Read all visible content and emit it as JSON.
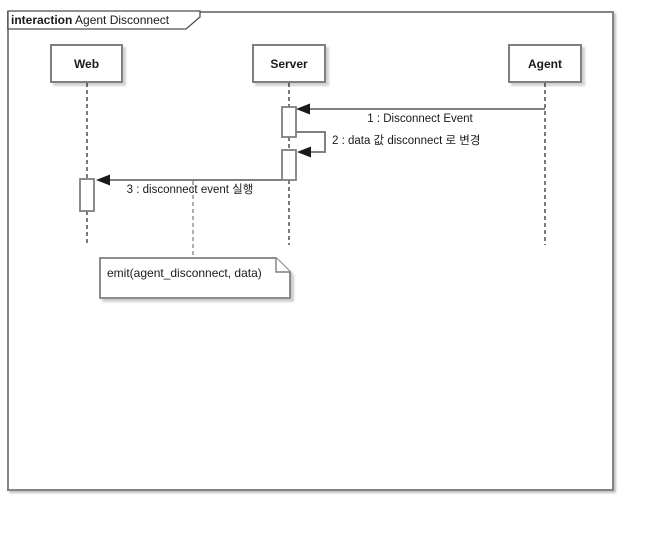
{
  "diagram": {
    "type": "uml-sequence",
    "frame": {
      "keyword": "interaction",
      "name": "Agent Disconnect"
    },
    "lifelines": [
      {
        "name": "Web"
      },
      {
        "name": "Server"
      },
      {
        "name": "Agent"
      }
    ],
    "messages": [
      {
        "seq": "1",
        "label": "1 : Disconnect Event",
        "from": "Agent",
        "to": "Server",
        "kind": "solid-arrow"
      },
      {
        "seq": "2",
        "label": "2 : data 값 disconnect 로 변경",
        "from": "Server",
        "to": "Server",
        "kind": "self-message"
      },
      {
        "seq": "3",
        "label": "3 : disconnect event 실행",
        "from": "Server",
        "to": "Web",
        "kind": "solid-arrow"
      }
    ],
    "note": {
      "text": "emit(agent_disconnect, data)",
      "attached_to": "message 3"
    },
    "colors": {
      "line_gray": "#808080",
      "arrowhead_black": "#1a1a1a",
      "text": "#1a1a1a",
      "background": "#ffffff"
    }
  }
}
